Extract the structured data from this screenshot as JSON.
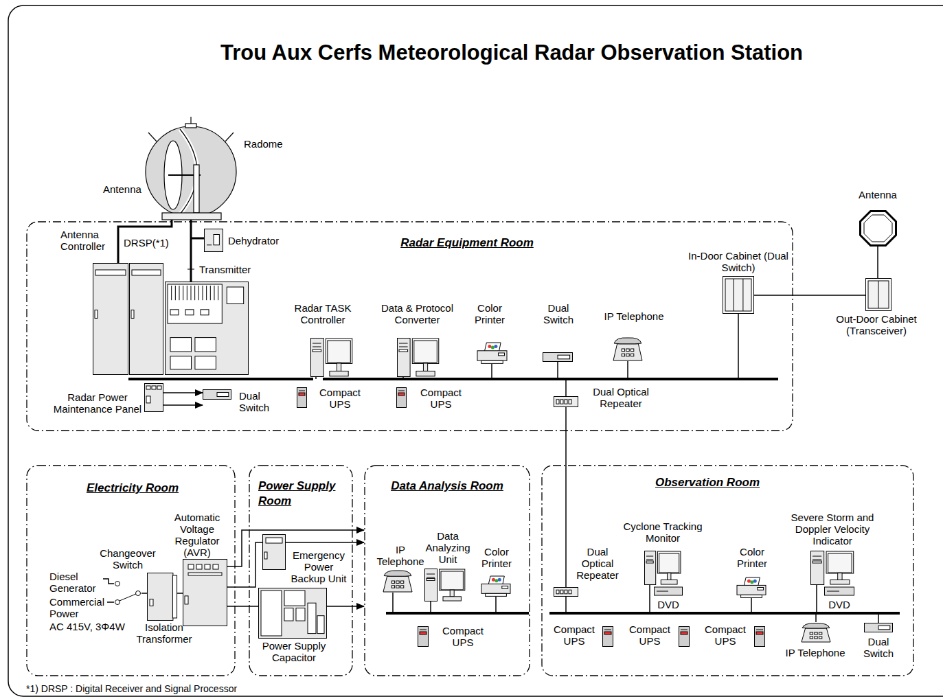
{
  "diagram": {
    "title": "Trou Aux Cerfs Meteorological Radar Observation Station",
    "nodes": [
      {
        "text": [
          "Radar Equipment Room"
        ]
      },
      {
        "text": [
          "Antenna Controller"
        ],
        "in": 0
      },
      {
        "text": [
          "DRSP(*1)"
        ],
        "in": 0
      },
      {
        "text": [
          "Transmitter"
        ],
        "in": 0
      },
      {
        "text": [
          "Dehydrator"
        ],
        "in": 0
      },
      {
        "text": [
          "Radar Power Maintenance Panel"
        ],
        "in": 0
      },
      {
        "text": [
          "Dual Switch"
        ],
        "in": 0
      },
      {
        "text": [
          "Radar TASK Controller"
        ],
        "in": 0
      },
      {
        "text": [
          "Compact UPS"
        ],
        "in": 0
      },
      {
        "text": [
          "Data & Protocol Converter"
        ],
        "in": 0
      },
      {
        "text": [
          "Compact UPS"
        ],
        "in": 0
      },
      {
        "text": [
          "Color Printer"
        ],
        "in": 0
      },
      {
        "text": [
          "Dual Switch"
        ],
        "in": 0
      },
      {
        "text": [
          "IP Telephone"
        ],
        "in": 0
      },
      {
        "text": [
          "Dual Optical Repeater"
        ],
        "in": 0
      },
      {
        "text": [
          "In-Door Cabinet (Dual Switch)"
        ],
        "in": 0
      },
      {
        "text": [
          "Antenna"
        ]
      },
      {
        "text": [
          "Out-Door Cabinet (Transceiver)"
        ]
      },
      {
        "text": [
          "Electricity Room"
        ]
      },
      {
        "text": [
          "Diesel Generator"
        ],
        "in": 18
      },
      {
        "text": [
          "Commercial Power",
          "AC 415V, 3Φ4W"
        ],
        "in": 18
      },
      {
        "text": [
          "Changeover Switch"
        ],
        "in": 18
      },
      {
        "text": [
          "Isolation Transformer"
        ],
        "in": 18
      },
      {
        "text": [
          "Automatic Voltage Regulator (AVR)"
        ],
        "in": 18
      },
      {
        "text": [
          "Power Supply Room"
        ]
      },
      {
        "text": [
          "Emergency Power Backup Unit"
        ],
        "in": 24
      },
      {
        "text": [
          "Power Supply Capacitor"
        ],
        "in": 24
      },
      {
        "text": [
          "Data Analysis Room"
        ]
      },
      {
        "text": [
          "IP Telephone"
        ],
        "in": 27
      },
      {
        "text": [
          "Data Analyzing Unit"
        ],
        "in": 27
      },
      {
        "text": [
          "Color Printer"
        ],
        "in": 27
      },
      {
        "text": [
          "Compact UPS"
        ],
        "in": 27
      },
      {
        "text": [
          "Observation Room"
        ]
      },
      {
        "text": [
          "Dual Optical Repeater"
        ],
        "in": 32
      },
      {
        "text": [
          "Cyclone Tracking Monitor"
        ],
        "in": 32
      },
      {
        "text": [
          "DVD"
        ],
        "in": 32
      },
      {
        "text": [
          "Color Printer"
        ],
        "in": 32
      },
      {
        "text": [
          "Severe Storm and Doppler Velocity Indicator"
        ],
        "in": 32
      },
      {
        "text": [
          "DVD"
        ],
        "in": 32
      },
      {
        "text": [
          "Compact UPS"
        ],
        "in": 32
      },
      {
        "text": [
          "Compact UPS"
        ],
        "in": 32
      },
      {
        "text": [
          "Compact UPS"
        ],
        "in": 32
      },
      {
        "text": [
          "IP Telephone"
        ],
        "in": 32
      },
      {
        "text": [
          "Dual Switch"
        ],
        "in": 32
      }
    ],
    "edges": [
      {
        "from": 5,
        "to": 6,
        "arrow": "to"
      },
      {
        "from": 16,
        "to": 17,
        "arrow": "none"
      },
      {
        "from": 15,
        "to": 17,
        "arrow": "none"
      },
      {
        "from": 14,
        "to": 33,
        "arrow": "none"
      },
      {
        "from": 19,
        "to": 21,
        "arrow": "none"
      },
      {
        "from": 20,
        "to": 21,
        "arrow": "none"
      },
      {
        "from": 21,
        "to": 22,
        "arrow": "none"
      },
      {
        "from": 22,
        "to": 23,
        "arrow": "none"
      },
      {
        "from": 23,
        "to": 27,
        "arrow": "to"
      },
      {
        "from": 23,
        "to": 25,
        "arrow": "none"
      },
      {
        "from": 25,
        "to": 27,
        "arrow": "to"
      },
      {
        "from": 23,
        "to": 26,
        "arrow": "none"
      },
      {
        "from": 26,
        "to": 27,
        "arrow": "to"
      }
    ],
    "labels": [
      "Radome",
      "Antenna",
      "*1) DRSP : Digital Receiver and Signal Processor"
    ]
  }
}
